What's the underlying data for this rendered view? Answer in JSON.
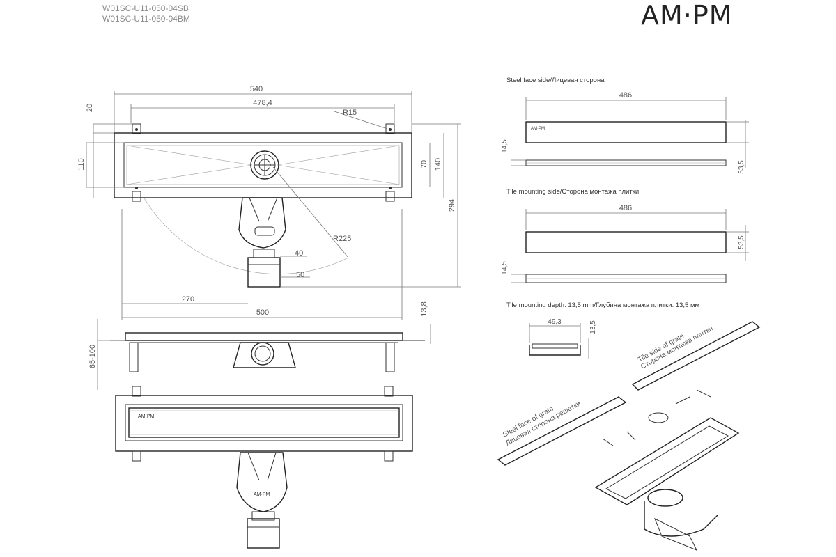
{
  "header": {
    "model_codes": [
      "W01SC-U11-050-04SB",
      "W01SC-U11-050-04BM"
    ],
    "logo_text": "AM·PM"
  },
  "main_view": {
    "dims": {
      "overall_length": "540",
      "inner_length": "478,4",
      "radius_small": "R15",
      "top_offset": "20",
      "height_110": "110",
      "height_70": "70",
      "height_140": "140",
      "height_294": "294",
      "radius_large": "R225",
      "outlet_40": "40",
      "outlet_50": "50",
      "offset_270": "270",
      "length_500": "500"
    }
  },
  "side_view": {
    "dims": {
      "depth_range": "65-100",
      "depth_13_8": "13,8"
    }
  },
  "grate_steel": {
    "title": "Steel face side/Лицевая сторона",
    "dims": {
      "length": "486",
      "height": "14,5",
      "width": "53,5"
    }
  },
  "grate_tile": {
    "title": "Tile mounting side/Сторона монтажа плитки",
    "dims": {
      "length": "486",
      "height": "14,5",
      "width": "53,5"
    }
  },
  "profile": {
    "title": "Tile mounting depth: 13,5 mm/Глубина монтажа плитки: 13,5 мм",
    "dims": {
      "width": "49,3",
      "depth": "13,5"
    }
  },
  "exploded": {
    "tile_side_label": [
      "Tile side of grate",
      "Сторона монтажа плитки"
    ],
    "steel_face_label": [
      "Steel face of grate",
      "Лицевая сторона решетки"
    ]
  },
  "colors": {
    "line": "#333333",
    "dimension": "#777777",
    "background": "#ffffff"
  },
  "icons": [
    "drain-outlet-icon",
    "siphon-icon",
    "mounting-foot-icon"
  ]
}
